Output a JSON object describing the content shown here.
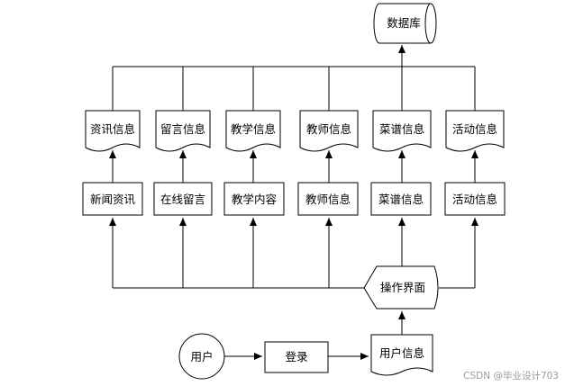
{
  "diagram": {
    "database": "数据库",
    "documents": [
      "资讯信息",
      "留言信息",
      "教学信息",
      "教师信息",
      "菜谱信息",
      "活动信息"
    ],
    "modules": [
      "新闻资讯",
      "在线留言",
      "教学内容",
      "教师信息",
      "菜谱信息",
      "活动信息"
    ],
    "interface": "操作界面",
    "user": "用户",
    "login": "登录",
    "user_info": "用户信息"
  },
  "watermark": "CSDN @毕业设计703"
}
